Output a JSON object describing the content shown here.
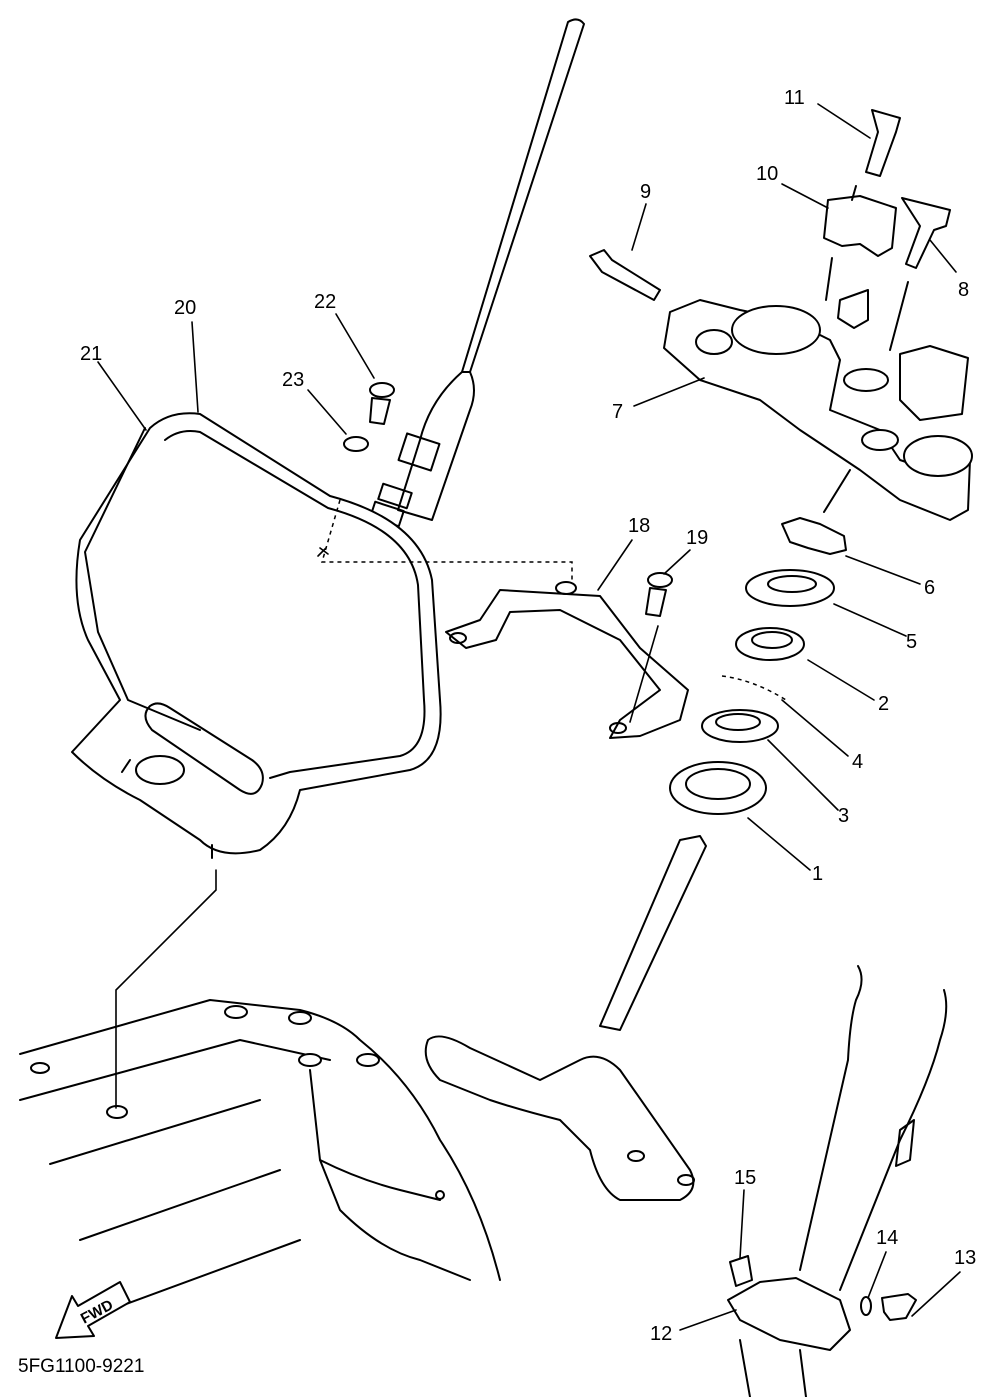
{
  "diagram": {
    "code": "5FG1100-9221",
    "fwd_label": "FWD",
    "callouts": {
      "p1": "1",
      "p2": "2",
      "p3": "3",
      "p4": "4",
      "p5": "5",
      "p6": "6",
      "p7": "7",
      "p8": "8",
      "p9": "9",
      "p10": "10",
      "p11": "11",
      "p12": "12",
      "p13": "13",
      "p14": "14",
      "p15": "15",
      "p18": "18",
      "p19": "19",
      "p20": "20",
      "p21": "21",
      "p22": "22",
      "p23": "23"
    }
  }
}
